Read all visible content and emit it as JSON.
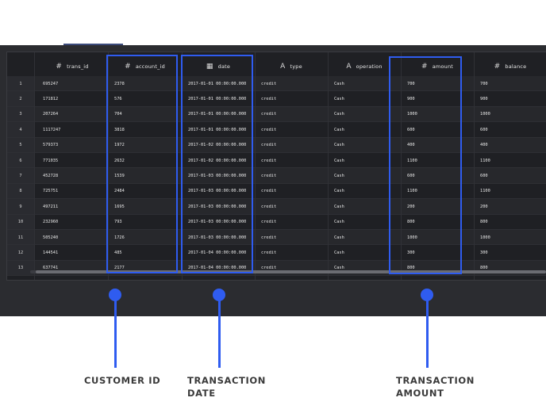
{
  "table": {
    "columns": [
      {
        "icon": "#",
        "icon_name": "hash-icon",
        "label": "trans_id"
      },
      {
        "icon": "#",
        "icon_name": "hash-icon",
        "label": "account_id"
      },
      {
        "icon": "▦",
        "icon_name": "calendar-icon",
        "label": "date"
      },
      {
        "icon": "A",
        "icon_name": "text-type-icon",
        "label": "type"
      },
      {
        "icon": "A",
        "icon_name": "text-type-icon",
        "label": "operation"
      },
      {
        "icon": "#",
        "icon_name": "hash-icon",
        "label": "amount"
      },
      {
        "icon": "#",
        "icon_name": "hash-icon",
        "label": "balance"
      }
    ],
    "rows": [
      [
        "1",
        "695247",
        "2378",
        "2017-01-01 00:00:00.000",
        "credit",
        "Cash",
        "700",
        "700"
      ],
      [
        "2",
        "171812",
        "576",
        "2017-01-01 00:00:00.000",
        "credit",
        "Cash",
        "900",
        "900"
      ],
      [
        "3",
        "207264",
        "704",
        "2017-01-01 00:00:00.000",
        "credit",
        "Cash",
        "1000",
        "1000"
      ],
      [
        "4",
        "1117247",
        "3818",
        "2017-01-01 00:00:00.000",
        "credit",
        "Cash",
        "600",
        "600"
      ],
      [
        "5",
        "579373",
        "1972",
        "2017-01-02 00:00:00.000",
        "credit",
        "Cash",
        "400",
        "400"
      ],
      [
        "6",
        "771035",
        "2632",
        "2017-01-02 00:00:00.000",
        "credit",
        "Cash",
        "1100",
        "1100"
      ],
      [
        "7",
        "452728",
        "1539",
        "2017-01-03 00:00:00.000",
        "credit",
        "Cash",
        "600",
        "600"
      ],
      [
        "8",
        "725751",
        "2484",
        "2017-01-03 00:00:00.000",
        "credit",
        "Cash",
        "1100",
        "1100"
      ],
      [
        "9",
        "497211",
        "1695",
        "2017-01-03 00:00:00.000",
        "credit",
        "Cash",
        "200",
        "200"
      ],
      [
        "10",
        "232960",
        "793",
        "2017-01-03 00:00:00.000",
        "credit",
        "Cash",
        "800",
        "800"
      ],
      [
        "11",
        "505240",
        "1726",
        "2017-01-03 00:00:00.000",
        "credit",
        "Cash",
        "1000",
        "1000"
      ],
      [
        "12",
        "144541",
        "485",
        "2017-01-04 00:00:00.000",
        "credit",
        "Cash",
        "300",
        "300"
      ],
      [
        "13",
        "637741",
        "2177",
        "2017-01-04 00:00:00.000",
        "credit",
        "Cash",
        "800",
        "800"
      ]
    ]
  },
  "annotations": {
    "customer_id": "CUSTOMER ID",
    "transaction_date_line1": "TRANSACTION",
    "transaction_date_line2": "DATE",
    "transaction_amount_line1": "TRANSACTION",
    "transaction_amount_line2": "AMOUNT"
  },
  "colors": {
    "highlight": "#2f5cf0",
    "panel_bg": "#2b2c30",
    "grid_bg": "#1f2024"
  }
}
